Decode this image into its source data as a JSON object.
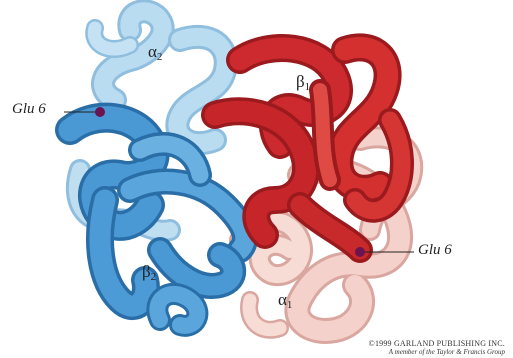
{
  "labels": {
    "alpha2": {
      "greek": "α",
      "sub": "2"
    },
    "beta1": {
      "greek": "β",
      "sub": "1"
    },
    "beta2": {
      "greek": "β",
      "sub": "2"
    },
    "alpha1": {
      "greek": "α",
      "sub": "1"
    },
    "glu_left": "Glu 6",
    "glu_right": "Glu 6"
  },
  "copyright": {
    "line1": "©1999 GARLAND PUBLISHING INC.",
    "line2": "A member of the Taylor & Francis Group"
  },
  "colors": {
    "alpha2": "#a9d1ea",
    "beta2": "#3f8fce",
    "beta1": "#c8282c",
    "alpha1": "#f1c8c0",
    "glu_marker": "#6b1450"
  }
}
